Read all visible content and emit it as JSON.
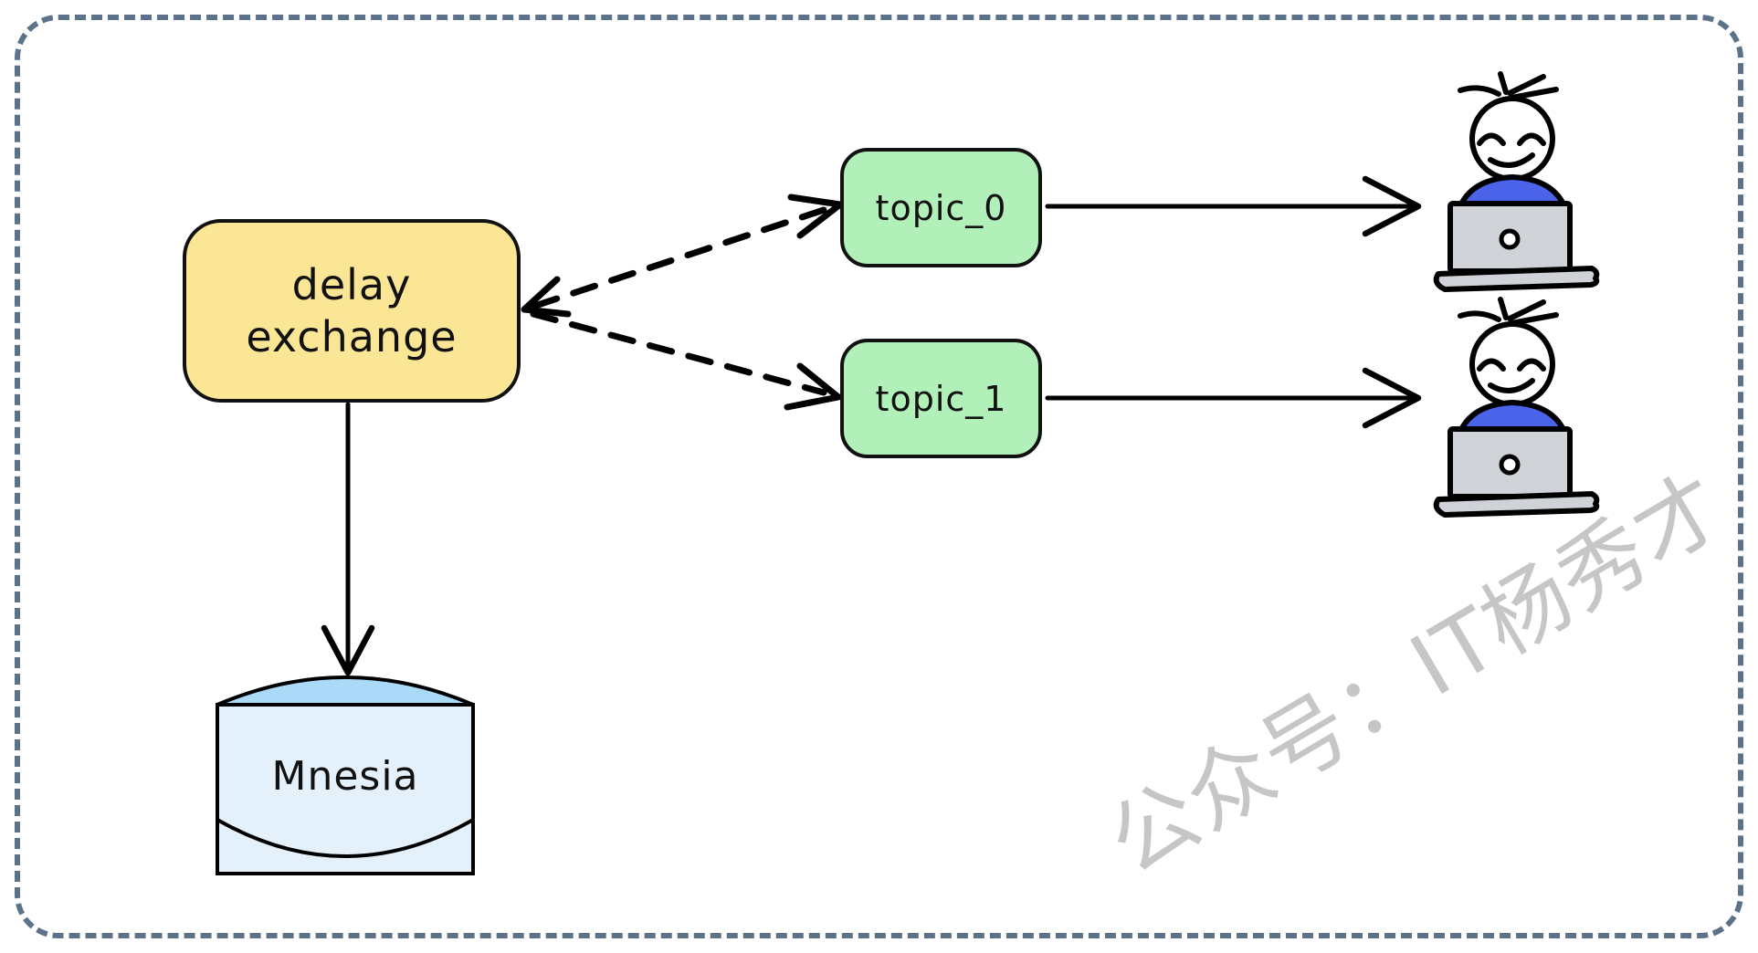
{
  "diagram": {
    "nodes": {
      "delay_exchange": {
        "line1": "delay",
        "line2": "exchange",
        "fill": "#FAE695"
      },
      "topic_0": {
        "label": "topic_0",
        "fill": "#B2F0B9"
      },
      "topic_1": {
        "label": "topic_1",
        "fill": "#B2F0B9"
      },
      "mnesia": {
        "label": "Mnesia",
        "body_fill": "#E4F1FB",
        "lid_fill": "#ABD9F8"
      }
    },
    "consumers": {
      "count": 2,
      "shirt_color": "#4A63E8",
      "laptop_color": "#CFD3D8",
      "face_color": "#FFFFFF"
    },
    "edges": [
      {
        "from": "topic_0",
        "to": "delay_exchange",
        "style": "dashed",
        "arrowheads": "both"
      },
      {
        "from": "delay_exchange",
        "to": "topic_1",
        "style": "dashed",
        "arrowheads": "end"
      },
      {
        "from": "topic_0",
        "to": "consumer_1",
        "style": "solid",
        "arrowheads": "end"
      },
      {
        "from": "topic_1",
        "to": "consumer_2",
        "style": "solid",
        "arrowheads": "end"
      },
      {
        "from": "delay_exchange",
        "to": "mnesia",
        "style": "solid",
        "arrowheads": "end"
      }
    ],
    "watermark": {
      "text": "公众号：IT杨秀才",
      "color": "#C6C6C6"
    },
    "colors": {
      "frame_border": "#5C7289",
      "stroke": "#000000",
      "background": "#FFFFFF"
    }
  }
}
